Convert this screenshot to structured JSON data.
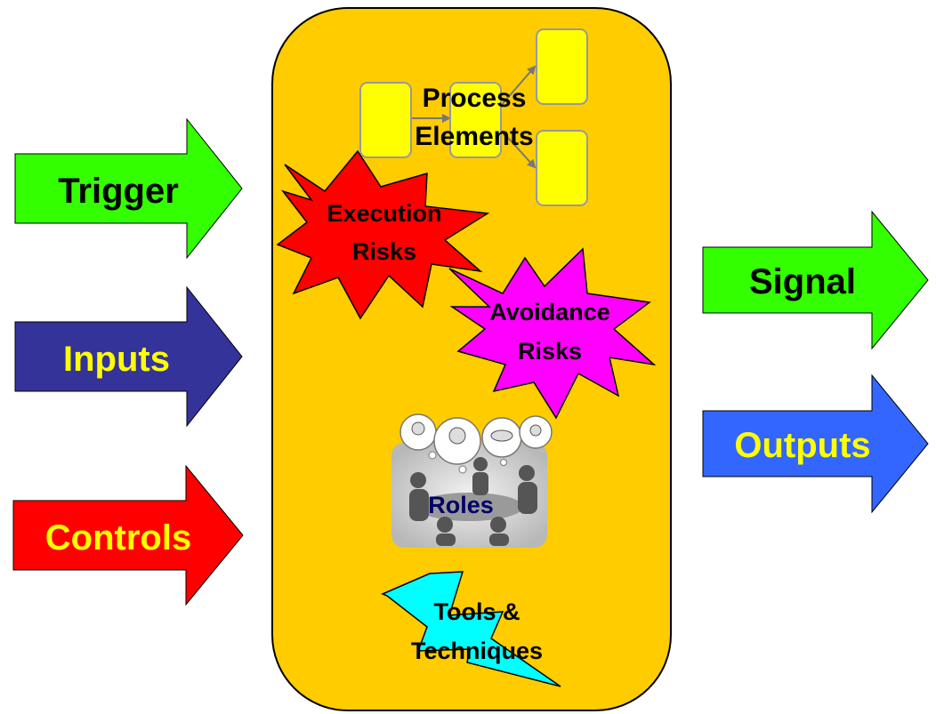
{
  "inputs_side": {
    "trigger": {
      "label": "Trigger",
      "fill": "#33FF00",
      "text_color": "#000000"
    },
    "inputs": {
      "label": "Inputs",
      "fill": "#333399",
      "text_color": "#FFFF00"
    },
    "controls": {
      "label": "Controls",
      "fill": "#FF0000",
      "text_color": "#FFFF00"
    }
  },
  "outputs_side": {
    "signal": {
      "label": "Signal",
      "fill": "#33FF00",
      "text_color": "#000000"
    },
    "outputs": {
      "label": "Outputs",
      "fill": "#3366FF",
      "text_color": "#FFFF00"
    }
  },
  "process_box": {
    "fill": "#FFCC00",
    "process_elements": {
      "label_line1": "Process",
      "label_line2": "Elements",
      "box_fill": "#FFFF00"
    },
    "execution_risks": {
      "label_line1": "Execution",
      "label_line2": "Risks",
      "fill": "#FF0000"
    },
    "avoidance_risks": {
      "label_line1": "Avoidance",
      "label_line2": "Risks",
      "fill": "#FF00FF"
    },
    "roles": {
      "label": "Roles",
      "text_color": "#000066"
    },
    "tools": {
      "label_line1": "Tools &",
      "label_line2": "Techniques",
      "fill": "#00FFFF"
    }
  }
}
